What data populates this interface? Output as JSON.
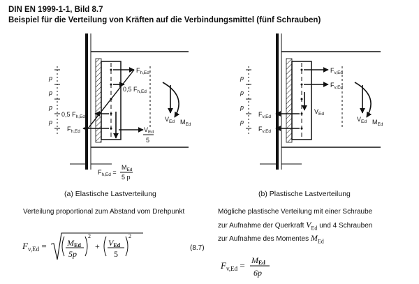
{
  "header": {
    "standard": "DIN EN 1999-1-1, Bild 8.7",
    "title": "Beispiel für die Verteilung von Kräften auf die Verbindungsmittel (fünf Schrauben)"
  },
  "left_figure": {
    "caption": "(a) Elastische Lastverteilung",
    "labels": {
      "f_h_ed": "F",
      "f_sub": "h,Ed",
      "half": "0,5",
      "p": "p",
      "v_ed": "V",
      "ed_sub": "Ed",
      "m_ed": "M",
      "five": "5",
      "formula_num": "M",
      "formula_den": "5 p"
    },
    "description": "Verteilung proportional zum Abstand vom Drehpunkt",
    "formula_lhs": "F",
    "formula_lhs_sub": "v,Ed",
    "formula_number": "(8.7)"
  },
  "right_figure": {
    "caption": "(b) Plastische Lastverteilung",
    "labels": {
      "f": "F",
      "f_sub": "v,Ed",
      "v": "V",
      "v_sub": "Ed",
      "m": "M",
      "m_sub": "Ed",
      "p": "p"
    },
    "description_lines": [
      "Mögliche plastische Verteilung mit einer Schraube",
      "zur Aufnahme der Querkraft ",
      "und 4 Schrauben",
      "zur Aufnahme des Momentes "
    ],
    "formula_lhs": "F",
    "formula_lhs_sub": "v,Ed",
    "formula_num": "M",
    "formula_num_sub": "Ed",
    "formula_den": "6p"
  }
}
